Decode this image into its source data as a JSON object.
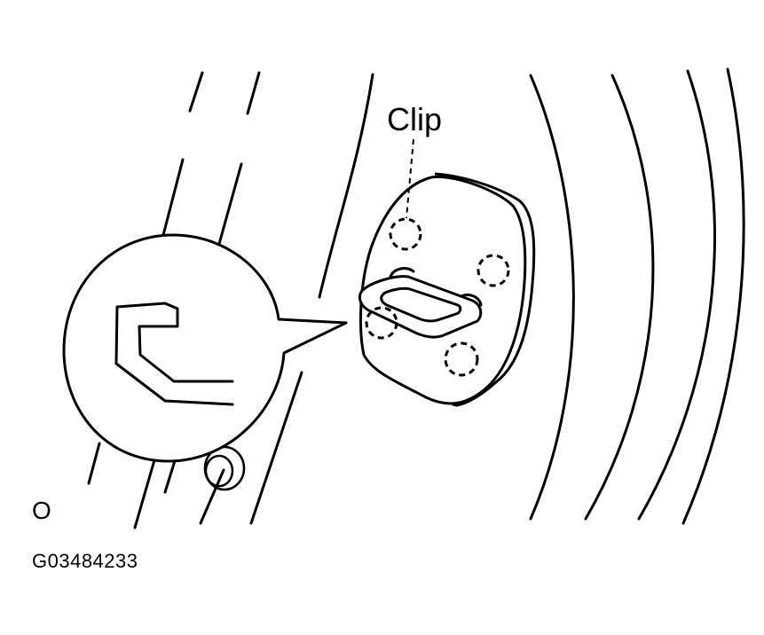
{
  "figure": {
    "callout_label": "Clip",
    "corner_mark": "O",
    "figure_id": "G03484233"
  },
  "colors": {
    "line": "#000000",
    "background": "#ffffff"
  },
  "icons": {
    "door_striker": "striker-cover-illustration",
    "clip_hidden": "dashed-circle",
    "magnifier": "section-callout-bubble"
  }
}
